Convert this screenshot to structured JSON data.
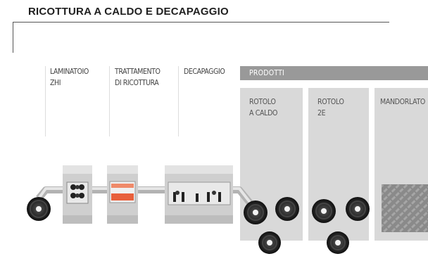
{
  "title": "RICOTTURA A CALDO E DECAPAGGIO",
  "stages": [
    {
      "label": "LAMINATOIO\nZHI"
    },
    {
      "label": "TRATTAMENTO\nDI RICOTTURA"
    },
    {
      "label": "DECAPAGGIO"
    }
  ],
  "products": {
    "header": "PRODOTTI",
    "items": [
      {
        "label": "ROTOLO\nA CALDO"
      },
      {
        "label": "ROTOLO\n2E"
      },
      {
        "label": "MANDORLATO"
      }
    ]
  },
  "colors": {
    "header_bg": "#999999",
    "panel_bg": "#d9d9d9",
    "heater": "#e8603c",
    "machine": "#cfcfcf",
    "coil_dark": "#1a1a1a"
  }
}
